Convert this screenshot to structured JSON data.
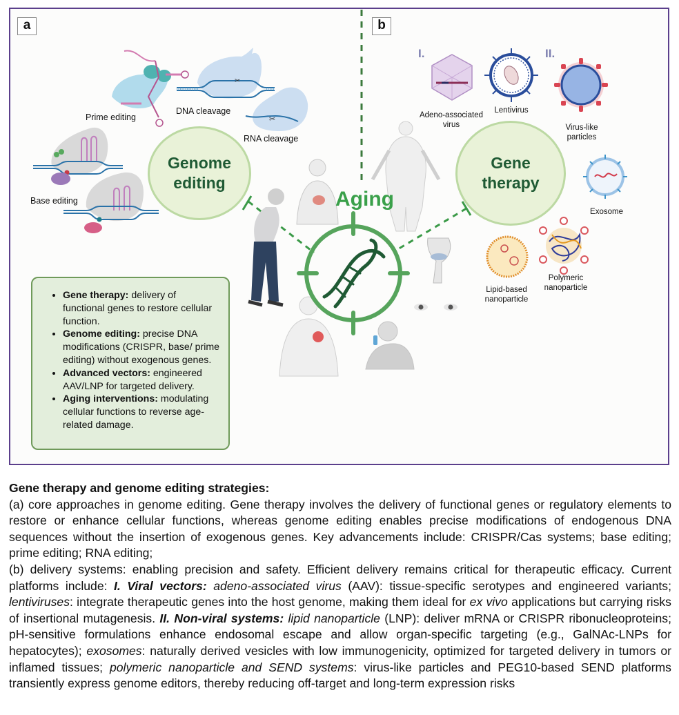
{
  "figure": {
    "panel_a": {
      "label": "a",
      "hub_label": "Genome editing",
      "hub_lines": [
        "Genome",
        "editing"
      ],
      "techniques": [
        {
          "name": "Prime editing"
        },
        {
          "name": "DNA cleavage"
        },
        {
          "name": "RNA cleavage"
        },
        {
          "name": "Base editing"
        }
      ],
      "info_box": {
        "items": [
          {
            "term": "Gene therapy:",
            "text": " delivery of functional genes to restore cellular function."
          },
          {
            "term": "Genome editing:",
            "text": " precise DNA modifications (CRISPR, base/ prime editing) without exogenous genes."
          },
          {
            "term": "Advanced vectors:",
            "text": " engineered AAV/LNP for targeted delivery."
          },
          {
            "term": "Aging interventions:",
            "text": " modulating cellular functions to reverse age-related damage."
          }
        ]
      }
    },
    "center": {
      "title": "Aging",
      "icon": "dna-target-icon",
      "conditions": [
        "heart-attack-figure",
        "stooped-elderly-figure",
        "obese-figure",
        "knee-joint",
        "eyes",
        "heart-figure",
        "inhaler-figure"
      ]
    },
    "panel_b": {
      "label": "b",
      "hub_lines": [
        "Gene",
        "therapy"
      ],
      "group_viral": "I.",
      "group_nonviral": "II.",
      "vectors": [
        {
          "name": "Adeno-associated virus",
          "lines": [
            "Adeno-associated",
            "virus"
          ]
        },
        {
          "name": "Lentivirus",
          "lines": [
            "Lentivirus"
          ]
        },
        {
          "name": "Virus-like particles",
          "lines": [
            "Virus-like",
            "particles"
          ]
        },
        {
          "name": "Exosome",
          "lines": [
            "Exosome"
          ]
        },
        {
          "name": "Lipid-based nanoparticle",
          "lines": [
            "Lipid-based",
            "nanoparticle"
          ]
        },
        {
          "name": "Polymeric nanoparticle",
          "lines": [
            "Polymeric",
            "nanoparticle"
          ]
        }
      ]
    },
    "colors": {
      "frame": "#5b3f8c",
      "hub_fill": "#e9f2d8",
      "hub_text": "#1f5a34",
      "aging_green": "#3aa04a",
      "dna_dark": "#1f5a34",
      "info_box_fill": "#e3eedc"
    }
  },
  "caption": {
    "title": "Gene therapy and genome editing strategies:",
    "para_a": "(a) core approaches in genome editing. Gene therapy involves the delivery of functional genes or regulatory elements to restore or enhance cellular functions, whereas genome editing enables precise modifications of endogenous DNA sequences without the insertion of exogenous genes. Key advancements include: CRISPR/Cas systems; base editing; prime editing; RNA editing;",
    "para_b": [
      {
        "t": "(b) delivery systems: enabling precision and safety. Efficient delivery remains critical for therapeutic efficacy. Current platforms include: ",
        "s": "n"
      },
      {
        "t": "I. Viral vectors:",
        "s": "bi"
      },
      {
        "t": " ",
        "s": "n"
      },
      {
        "t": "adeno-associated virus",
        "s": "i"
      },
      {
        "t": " (AAV): tissue-specific serotypes and engineered variants; ",
        "s": "n"
      },
      {
        "t": "lentiviruses",
        "s": "i"
      },
      {
        "t": ": integrate therapeutic genes into the host genome, making them ideal for ",
        "s": "n"
      },
      {
        "t": "ex vivo",
        "s": "i"
      },
      {
        "t": " applications but carrying risks of insertional mutagenesis. ",
        "s": "n"
      },
      {
        "t": "II. Non-viral systems:",
        "s": "bi"
      },
      {
        "t": " ",
        "s": "n"
      },
      {
        "t": "lipid nanoparticle",
        "s": "i"
      },
      {
        "t": " (LNP): deliver mRNA or CRISPR ribonucleoproteins; pH-sensitive formulations enhance endosomal escape and allow organ-specific targeting (e.g., GalNAc-LNPs for hepatocytes); ",
        "s": "n"
      },
      {
        "t": "exosomes",
        "s": "i"
      },
      {
        "t": ": naturally derived vesicles with low immunogenicity, optimized for targeted delivery in tumors or inflamed tissues; ",
        "s": "n"
      },
      {
        "t": "polymeric nanoparticle and SEND systems",
        "s": "i"
      },
      {
        "t": ": virus-like particles and PEG10-based SEND platforms transiently express genome editors, thereby reducing off-target and long-term expression risks",
        "s": "n"
      }
    ]
  }
}
